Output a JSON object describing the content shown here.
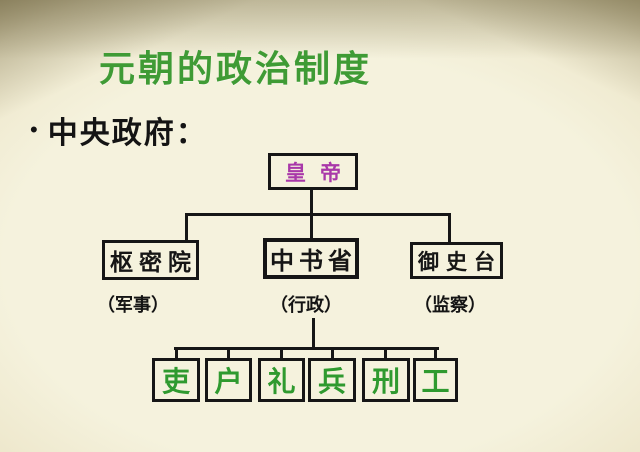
{
  "slide": {
    "title": "元朝的政治制度",
    "bullet_marker": "•",
    "section_label": "中央政府："
  },
  "chart": {
    "type": "org-chart",
    "root": {
      "label": "皇帝"
    },
    "branches": [
      {
        "label": "枢密院",
        "caption": "（军事）"
      },
      {
        "label": "中书省",
        "caption": "（行政）"
      },
      {
        "label": "御史台",
        "caption": "（监察）"
      }
    ],
    "departments": [
      {
        "label": "吏"
      },
      {
        "label": "户"
      },
      {
        "label": "礼"
      },
      {
        "label": "兵"
      },
      {
        "label": "刑"
      },
      {
        "label": "工"
      }
    ]
  },
  "colors": {
    "title_green": "#3f9b35",
    "emperor_purple": "#a938a9",
    "department_green": "#2f9a2f",
    "line_black": "#161616",
    "background_cream": "#f5f2dd"
  }
}
